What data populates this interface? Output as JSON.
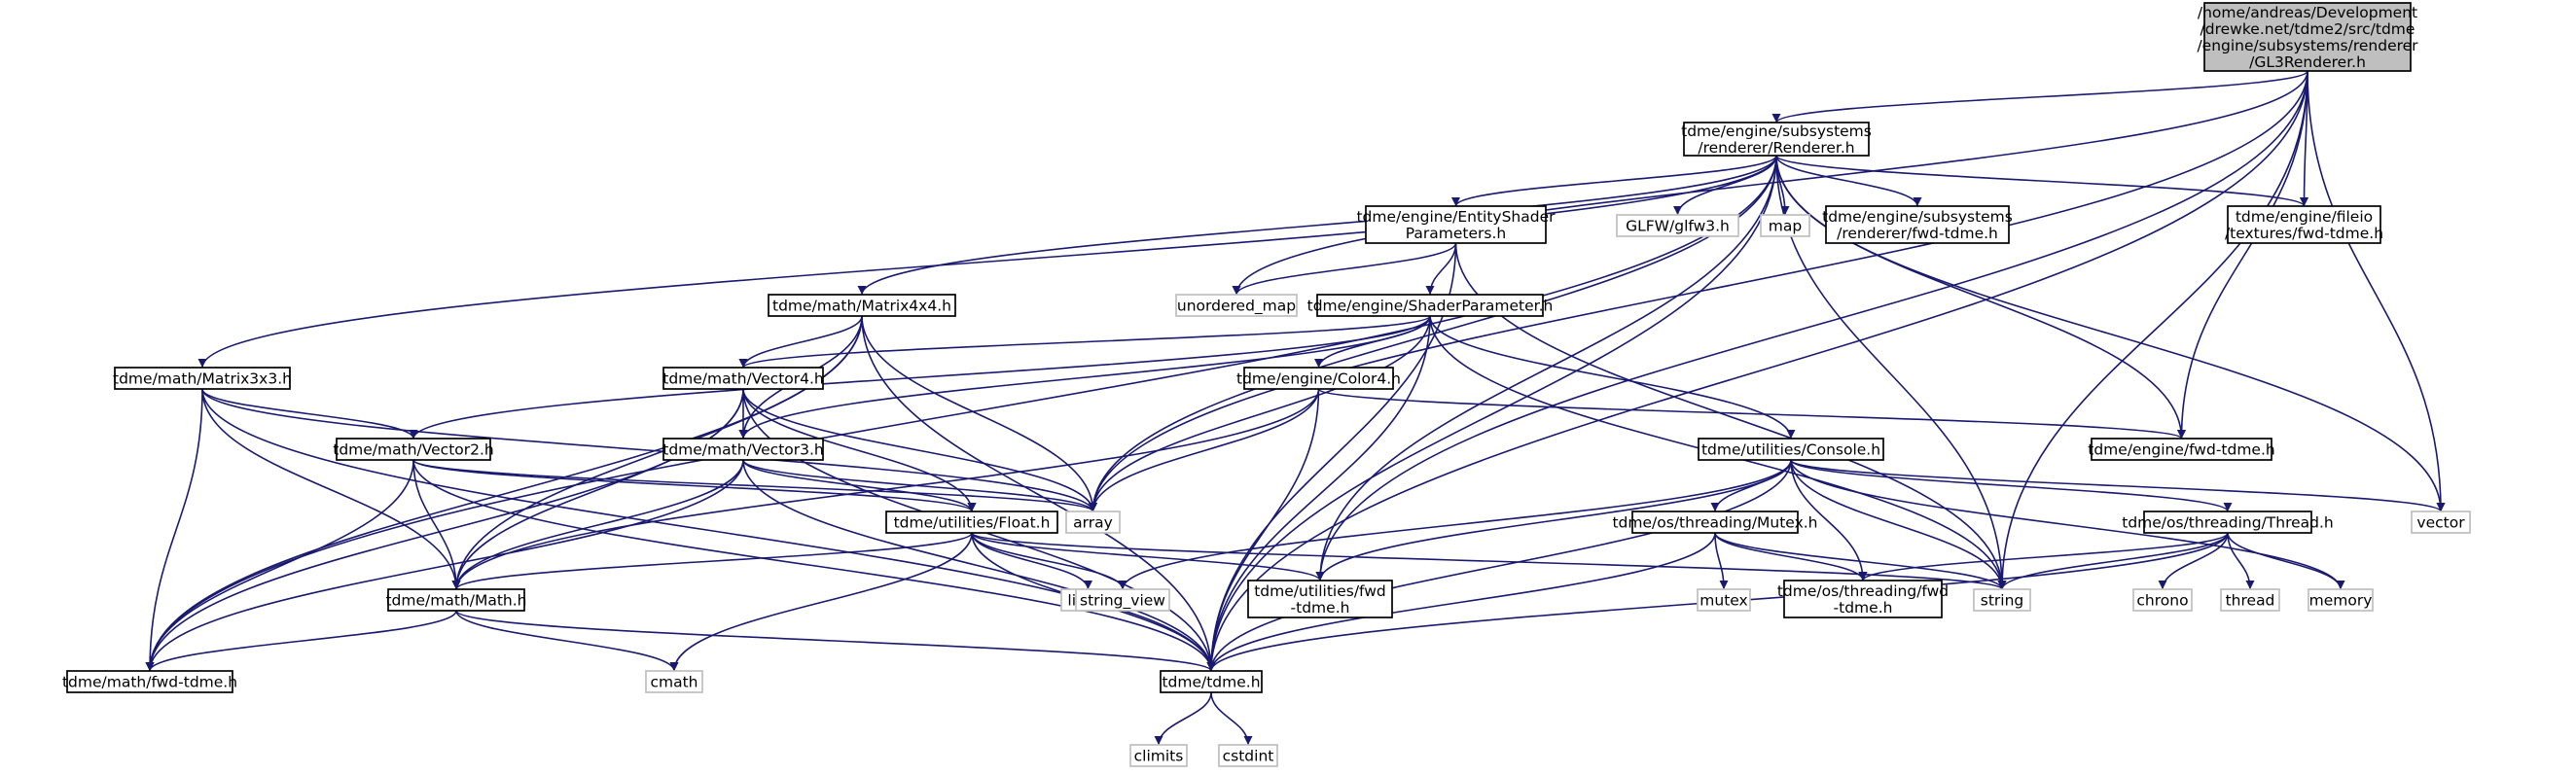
{
  "colors": {
    "edge": "#191970",
    "root_fill": "#bfbfbf",
    "box_stroke": "#000000",
    "external_stroke": "#bfbfbf",
    "text": "#000000"
  },
  "nodes": [
    {
      "id": "root",
      "kind": "root",
      "lines": [
        "/home/andreas/Development",
        "/drewke.net/tdme2/src/tdme",
        "/engine/subsystems/renderer",
        "/GL3Renderer.h"
      ]
    },
    {
      "id": "renderer",
      "kind": "internal",
      "lines": [
        "tdme/engine/subsystems",
        "/renderer/Renderer.h"
      ]
    },
    {
      "id": "esp",
      "kind": "internal",
      "lines": [
        "tdme/engine/EntityShader",
        "Parameters.h"
      ]
    },
    {
      "id": "glfw",
      "kind": "external",
      "lines": [
        "GLFW/glfw3.h"
      ]
    },
    {
      "id": "map",
      "kind": "external",
      "lines": [
        "map"
      ]
    },
    {
      "id": "rfwd",
      "kind": "internal",
      "lines": [
        "tdme/engine/subsystems",
        "/renderer/fwd-tdme.h"
      ]
    },
    {
      "id": "fileio",
      "kind": "internal",
      "lines": [
        "tdme/engine/fileio",
        "/textures/fwd-tdme.h"
      ]
    },
    {
      "id": "umap",
      "kind": "external",
      "lines": [
        "unordered_map"
      ]
    },
    {
      "id": "m44",
      "kind": "internal",
      "lines": [
        "tdme/math/Matrix4x4.h"
      ]
    },
    {
      "id": "sp",
      "kind": "internal",
      "lines": [
        "tdme/engine/ShaderParameter.h"
      ]
    },
    {
      "id": "m33",
      "kind": "internal",
      "lines": [
        "tdme/math/Matrix3x3.h"
      ]
    },
    {
      "id": "v4",
      "kind": "internal",
      "lines": [
        "tdme/math/Vector4.h"
      ]
    },
    {
      "id": "c4",
      "kind": "internal",
      "lines": [
        "tdme/engine/Color4.h"
      ]
    },
    {
      "id": "efwd",
      "kind": "internal",
      "lines": [
        "tdme/engine/fwd-tdme.h"
      ]
    },
    {
      "id": "v2",
      "kind": "internal",
      "lines": [
        "tdme/math/Vector2.h"
      ]
    },
    {
      "id": "v3",
      "kind": "internal",
      "lines": [
        "tdme/math/Vector3.h"
      ]
    },
    {
      "id": "console",
      "kind": "internal",
      "lines": [
        "tdme/utilities/Console.h"
      ]
    },
    {
      "id": "array",
      "kind": "external",
      "lines": [
        "array"
      ]
    },
    {
      "id": "vector",
      "kind": "external",
      "lines": [
        "vector"
      ]
    },
    {
      "id": "float",
      "kind": "internal",
      "lines": [
        "tdme/utilities/Float.h"
      ]
    },
    {
      "id": "mutex",
      "kind": "internal",
      "lines": [
        "tdme/os/threading/Mutex.h"
      ]
    },
    {
      "id": "thread",
      "kind": "internal",
      "lines": [
        "tdme/os/threading/Thread.h"
      ]
    },
    {
      "id": "math",
      "kind": "internal",
      "lines": [
        "tdme/math/Math.h"
      ]
    },
    {
      "id": "limits",
      "kind": "external",
      "lines": [
        "limits"
      ]
    },
    {
      "id": "sview",
      "kind": "external",
      "lines": [
        "string_view"
      ]
    },
    {
      "id": "ufwd",
      "kind": "internal",
      "lines": [
        "tdme/utilities/fwd",
        "-tdme.h"
      ]
    },
    {
      "id": "mutexs",
      "kind": "external",
      "lines": [
        "mutex"
      ]
    },
    {
      "id": "tfwd",
      "kind": "internal",
      "lines": [
        "tdme/os/threading/fwd",
        "-tdme.h"
      ]
    },
    {
      "id": "string",
      "kind": "external",
      "lines": [
        "string"
      ]
    },
    {
      "id": "chrono",
      "kind": "external",
      "lines": [
        "chrono"
      ]
    },
    {
      "id": "threads",
      "kind": "external",
      "lines": [
        "thread"
      ]
    },
    {
      "id": "memory",
      "kind": "external",
      "lines": [
        "memory"
      ]
    },
    {
      "id": "mfwd",
      "kind": "internal",
      "lines": [
        "tdme/math/fwd-tdme.h"
      ]
    },
    {
      "id": "cmath",
      "kind": "external",
      "lines": [
        "cmath"
      ]
    },
    {
      "id": "tdme",
      "kind": "internal",
      "lines": [
        "tdme/tdme.h"
      ]
    },
    {
      "id": "climits",
      "kind": "external",
      "lines": [
        "climits"
      ]
    },
    {
      "id": "cstdint",
      "kind": "external",
      "lines": [
        "cstdint"
      ]
    }
  ],
  "edges": [
    [
      "root",
      "renderer"
    ],
    [
      "root",
      "fileio"
    ],
    [
      "root",
      "umap"
    ],
    [
      "root",
      "array"
    ],
    [
      "root",
      "ufwd"
    ],
    [
      "root",
      "efwd"
    ],
    [
      "root",
      "string"
    ],
    [
      "root",
      "vector"
    ],
    [
      "root",
      "tdme"
    ],
    [
      "renderer",
      "esp"
    ],
    [
      "renderer",
      "glfw"
    ],
    [
      "renderer",
      "map"
    ],
    [
      "renderer",
      "rfwd"
    ],
    [
      "renderer",
      "fileio"
    ],
    [
      "renderer",
      "m44"
    ],
    [
      "renderer",
      "m33"
    ],
    [
      "renderer",
      "array"
    ],
    [
      "renderer",
      "ufwd"
    ],
    [
      "renderer",
      "efwd"
    ],
    [
      "renderer",
      "string"
    ],
    [
      "renderer",
      "vector"
    ],
    [
      "renderer",
      "tdme"
    ],
    [
      "renderer",
      "mfwd"
    ],
    [
      "esp",
      "umap"
    ],
    [
      "esp",
      "sp"
    ],
    [
      "esp",
      "string"
    ],
    [
      "esp",
      "tdme"
    ],
    [
      "m44",
      "v4"
    ],
    [
      "m44",
      "v3"
    ],
    [
      "m44",
      "array"
    ],
    [
      "m44",
      "math"
    ],
    [
      "m44",
      "tdme"
    ],
    [
      "m44",
      "mfwd"
    ],
    [
      "sp",
      "v2"
    ],
    [
      "sp",
      "v4"
    ],
    [
      "sp",
      "v3"
    ],
    [
      "sp",
      "c4"
    ],
    [
      "sp",
      "console"
    ],
    [
      "sp",
      "array"
    ],
    [
      "sp",
      "string"
    ],
    [
      "sp",
      "tdme"
    ],
    [
      "m33",
      "v2"
    ],
    [
      "m33",
      "array"
    ],
    [
      "m33",
      "math"
    ],
    [
      "m33",
      "tdme"
    ],
    [
      "m33",
      "mfwd"
    ],
    [
      "v4",
      "v3"
    ],
    [
      "v4",
      "float"
    ],
    [
      "v4",
      "math"
    ],
    [
      "v4",
      "array"
    ],
    [
      "v4",
      "tdme"
    ],
    [
      "v4",
      "mfwd"
    ],
    [
      "c4",
      "efwd"
    ],
    [
      "c4",
      "array"
    ],
    [
      "c4",
      "math"
    ],
    [
      "c4",
      "tdme"
    ],
    [
      "v2",
      "float"
    ],
    [
      "v2",
      "array"
    ],
    [
      "v2",
      "math"
    ],
    [
      "v2",
      "tdme"
    ],
    [
      "v2",
      "mfwd"
    ],
    [
      "v3",
      "float"
    ],
    [
      "v3",
      "array"
    ],
    [
      "v3",
      "math"
    ],
    [
      "v3",
      "tdme"
    ],
    [
      "v3",
      "mfwd"
    ],
    [
      "console",
      "mutex"
    ],
    [
      "console",
      "thread"
    ],
    [
      "console",
      "sview"
    ],
    [
      "console",
      "ufwd"
    ],
    [
      "console",
      "tfwd"
    ],
    [
      "console",
      "string"
    ],
    [
      "console",
      "vector"
    ],
    [
      "console",
      "memory"
    ],
    [
      "console",
      "tdme"
    ],
    [
      "float",
      "limits"
    ],
    [
      "float",
      "sview"
    ],
    [
      "float",
      "ufwd"
    ],
    [
      "float",
      "math"
    ],
    [
      "float",
      "cmath"
    ],
    [
      "float",
      "string"
    ],
    [
      "float",
      "tdme"
    ],
    [
      "mutex",
      "mutexs"
    ],
    [
      "mutex",
      "tfwd"
    ],
    [
      "mutex",
      "string"
    ],
    [
      "mutex",
      "tdme"
    ],
    [
      "thread",
      "chrono"
    ],
    [
      "thread",
      "threads"
    ],
    [
      "thread",
      "memory"
    ],
    [
      "thread",
      "tfwd"
    ],
    [
      "thread",
      "string"
    ],
    [
      "thread",
      "tdme"
    ],
    [
      "math",
      "cmath"
    ],
    [
      "math",
      "mfwd"
    ],
    [
      "math",
      "tdme"
    ],
    [
      "tdme",
      "climits"
    ],
    [
      "tdme",
      "cstdint"
    ]
  ]
}
